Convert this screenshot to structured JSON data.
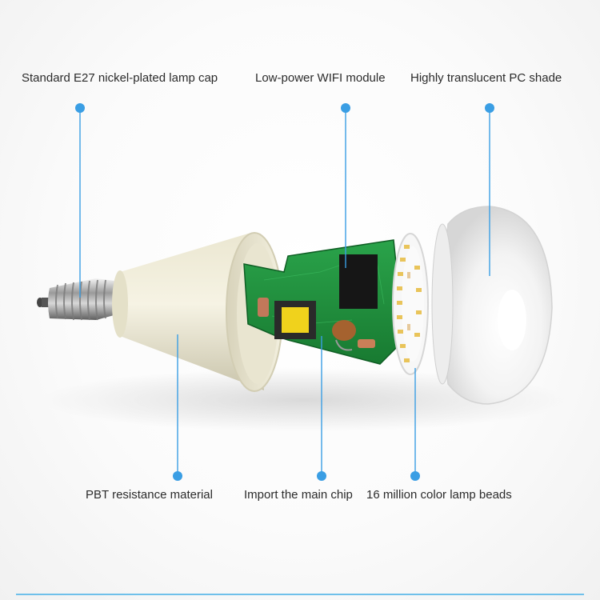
{
  "labels": {
    "lamp_cap": "Standard E27 nickel-plated lamp cap",
    "wifi_module": "Low-power WIFI module",
    "pc_shade": "Highly translucent PC shade",
    "pbt_material": "PBT resistance material",
    "main_chip": "Import the main chip",
    "lamp_beads": "16 million color lamp beads"
  },
  "colors": {
    "callout": "#3a9ee4",
    "pcb": "#1f8a3a",
    "housing": "#ece8d4",
    "shade": "#f2f2f2"
  }
}
